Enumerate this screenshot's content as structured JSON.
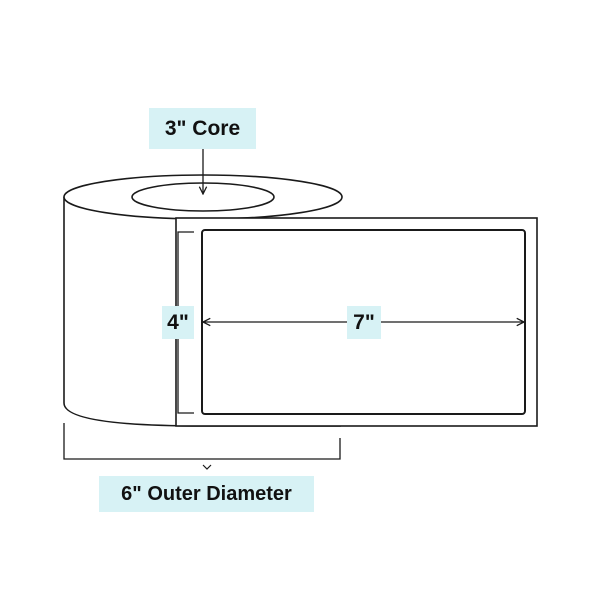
{
  "labels": {
    "core": "3\" Core",
    "height": "4\"",
    "width": "7\"",
    "outer_diameter": "6\" Outer Diameter"
  },
  "colors": {
    "line": "#1a1a1a",
    "label_background": "#d7f2f5",
    "text": "#111111"
  }
}
